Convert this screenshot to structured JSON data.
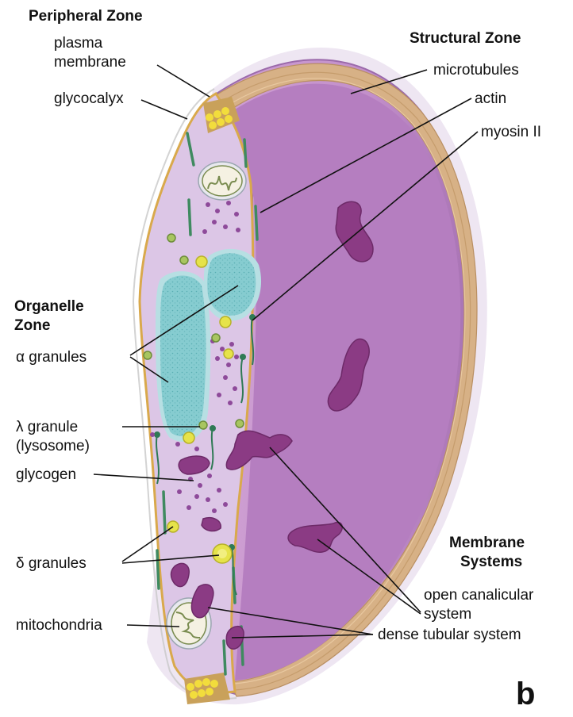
{
  "zones": {
    "peripheral": "Peripheral Zone",
    "structural": "Structural Zone",
    "organelle_1": "Organelle",
    "organelle_2": "Zone",
    "membrane_1": "Membrane",
    "membrane_2": "Systems"
  },
  "labels": {
    "plasma_1": "plasma",
    "plasma_2": "membrane",
    "glycocalyx": "glycocalyx",
    "microtubules": "microtubules",
    "actin": "actin",
    "myosin": "myosin II",
    "alpha_granules": "α granules",
    "lambda_1": "λ granule",
    "lambda_2": "(lysosome)",
    "glycogen": "glycogen",
    "delta_granules": "δ granules",
    "ocs_1": "open canalicular",
    "ocs_2": "system",
    "mitochondria": "mitochondria",
    "dts": "dense tubular system"
  },
  "panel_letter": "b",
  "colors": {
    "cytoplasm": "#d9c3e3",
    "outer_membrane": "#b18cc8",
    "microtubule_band": "#d8b48a",
    "alpha_granule": "#7fc6c9",
    "canalicular": "#8e3c86",
    "delta_granule": "#e5e04a",
    "actin": "#2f7a55"
  }
}
